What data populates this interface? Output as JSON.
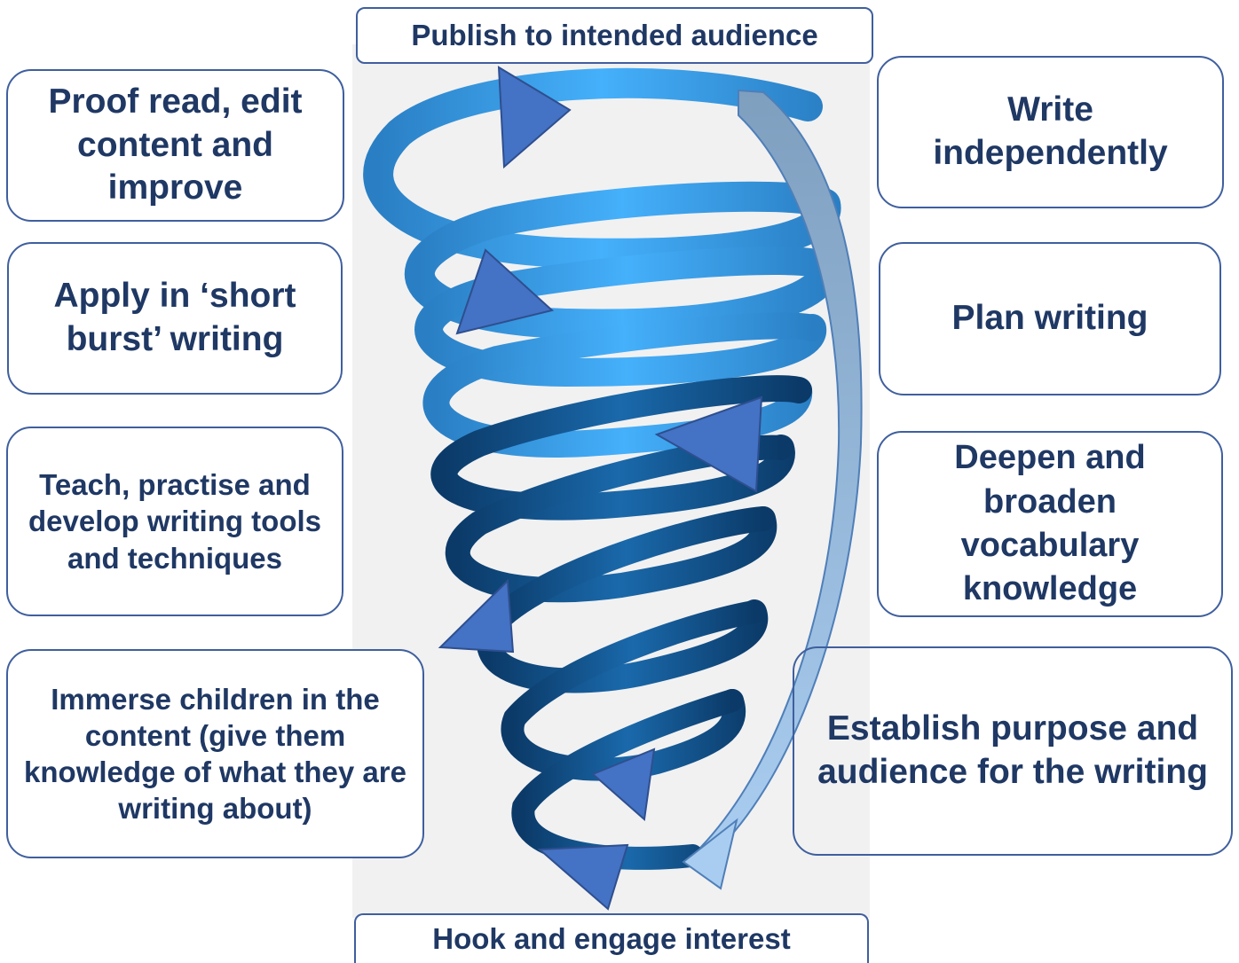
{
  "steps": {
    "publish": "Publish to intended audience",
    "proof_read": "Proof read, edit content and improve",
    "write_independently": "Write independently",
    "apply_short_burst": "Apply in ‘short burst’ writing",
    "plan_writing": "Plan writing",
    "teach_practise": "Teach, practise and develop writing tools and techniques",
    "deepen_vocabulary": "Deepen and broaden vocabulary knowledge",
    "immerse": "Immerse children in the content (give them knowledge of what they are writing about)",
    "establish_purpose": "Establish purpose and audience for the writing",
    "hook": "Hook and engage interest"
  },
  "colors": {
    "box_border": "#3f5f9e",
    "box_text": "#1f3864",
    "spiral_light": "#3fa9f5",
    "spiral_mid": "#2b7cc4",
    "spiral_dark": "#0f4f8a",
    "arrowhead": "#4472c4",
    "return_arrow": "#9dc3e6"
  }
}
